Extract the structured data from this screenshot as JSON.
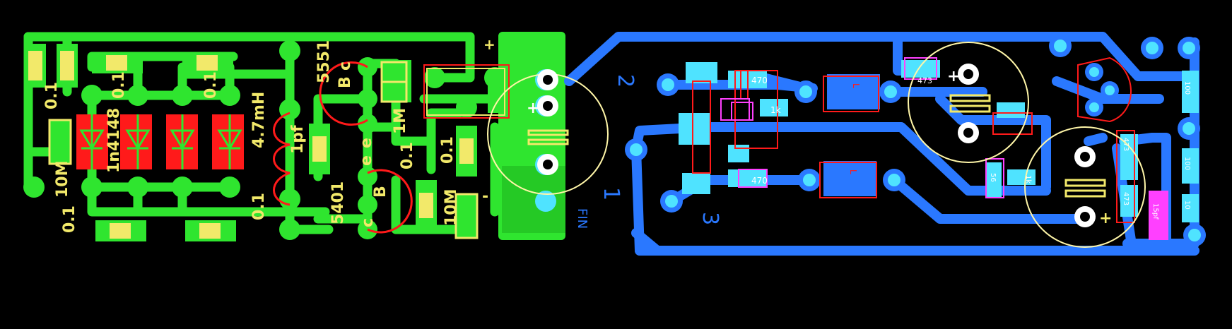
{
  "colors": {
    "background": "#000000",
    "green_copper": "#2fe52f",
    "blue_copper": "#2a78ff",
    "cyan_pad": "#4fe3ff",
    "silkscreen": "#f2e96a",
    "red_outline": "#ff1a1a",
    "magenta": "#ff40ff",
    "white": "#ffffff",
    "circle_outline": "#fff6a8"
  },
  "labels_green": {
    "cap_01_a": "0.1",
    "cap_01_b": "0.1",
    "cap_01_c": "0.1",
    "cap_01_d": "0.1",
    "cap_01_e": "0.1",
    "cap_01_f": "0.1",
    "cap_01_g": "0.1",
    "res_10m_a": "10M",
    "res_10m_b": "10M",
    "diode": "1n4148",
    "inductor": "4.7mH",
    "cap_1pf": "1pf",
    "trans_5551": "5551",
    "trans_5401": "5401",
    "res_1m": "1M",
    "pin_b1": "B",
    "pin_c1": "c",
    "pin_e1": "e",
    "pin_e2": "e",
    "pin_b2": "B",
    "pin_c2": "c",
    "plus_top": "+",
    "minus_bottom": "-",
    "plus_cap": "+"
  },
  "labels_blue": {
    "num_2": "2",
    "num_1": "1",
    "num_3": "3",
    "fin": "FIN",
    "r470_a": "470",
    "r470_b": "470",
    "r473_a": "473",
    "r473_b": "473",
    "r473_c": "473",
    "r1k": "1k",
    "ind_l1": "L",
    "ind_l2": "L",
    "r56": "56",
    "r1k_b": "1k",
    "r100_a": "100",
    "r100_b": "100",
    "r10": "10",
    "c15pf": "15pf",
    "plus_a": "+",
    "plus_b": "+"
  }
}
